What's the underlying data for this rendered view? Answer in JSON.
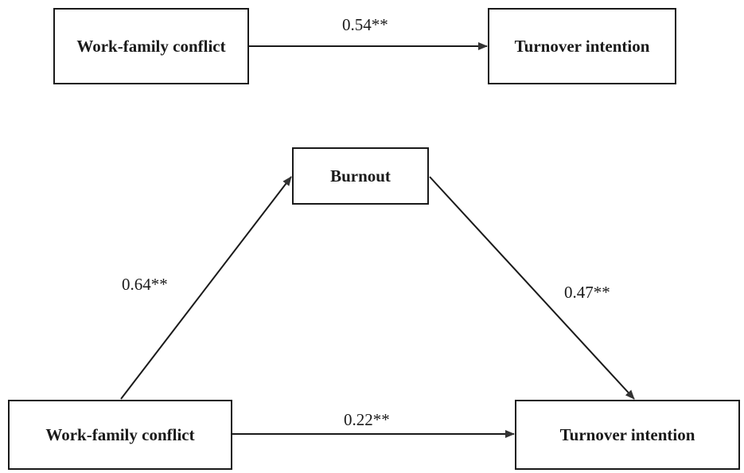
{
  "top_model": {
    "predictor": "Work-family conflict",
    "outcome": "Turnover intention",
    "total_effect": "0.54**"
  },
  "mediation_model": {
    "predictor": "Work-family conflict",
    "mediator": "Burnout",
    "outcome": "Turnover intention",
    "path_a": "0.64**",
    "path_b": "0.47**",
    "direct_effect": "0.22**"
  },
  "colors": {
    "stroke": "#1a1a1a",
    "arrow": "#333333",
    "background": "#ffffff"
  }
}
